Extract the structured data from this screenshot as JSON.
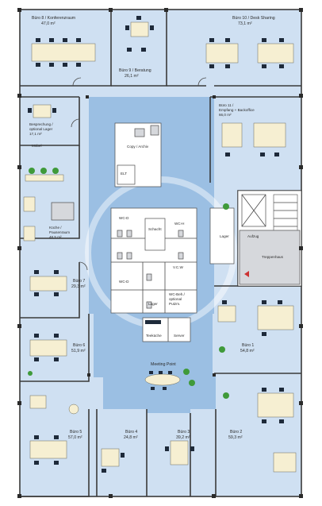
{
  "rooms": {
    "buero8": {
      "name": "Büro 8 / Konferenzraum",
      "area": "47,0 m²"
    },
    "buero9": {
      "name": "Büro 9 / Beratung",
      "area": "26,1 m²"
    },
    "buero10": {
      "name": "Büro 10 / Desk Sharing",
      "area": "73,1 m²"
    },
    "besprechung": {
      "name1": "Besprechung /",
      "name2": "optional Lager",
      "area": "17,1 m²"
    },
    "buero11": {
      "name1": "Büro 11 /",
      "name2": "Empfang + Backoffice",
      "area": "66,0 m²"
    },
    "copy": {
      "name": "Copy / Archiv"
    },
    "elt": {
      "name": "ELT"
    },
    "kueche": {
      "name1": "Küche /",
      "name2": "Pausenraum",
      "area": "48,5 m²"
    },
    "wc_d1": {
      "name": "WC-D"
    },
    "wc_h": {
      "name": "WC-H"
    },
    "schacht": {
      "name": "Schacht"
    },
    "wc_d2": {
      "name": "WC-D"
    },
    "vcw": {
      "name": "V.C.W"
    },
    "lager_core": {
      "name": "Lager"
    },
    "wc_beh": {
      "name1": "WC-Beh./",
      "name2": "optional",
      "name3": "Putzm."
    },
    "lager": {
      "name": "Lager"
    },
    "aufzug": {
      "name": "Aufzug"
    },
    "treppenhaus": {
      "name": "Treppenhaus"
    },
    "buero7": {
      "name": "Büro 7",
      "area": "29,3 m²"
    },
    "buero6": {
      "name": "Büro 6",
      "area": "51,9 m²"
    },
    "buero1": {
      "name": "Büro 1",
      "area": "54,8 m²"
    },
    "teekueche": {
      "name": "Teeküche"
    },
    "server": {
      "name": "Server"
    },
    "meeting": {
      "name": "Meeting Point"
    },
    "buero5": {
      "name": "Büro 5",
      "area": "57,0 m²"
    },
    "buero4": {
      "name": "Büro 4",
      "area": "24,8 m²"
    },
    "buero3": {
      "name": "Büro 3",
      "area": "39,2 m²"
    },
    "buero2": {
      "name": "Büro 2",
      "area": "59,3 m²"
    },
    "kleine_label": {
      "moebel": "Möbel"
    }
  },
  "colors": {
    "room_fill": "#cfe0f2",
    "core_fill": "#9bbfe3",
    "desk_fill": "#f6efd2",
    "chair_fill": "#1e2a3a",
    "plant_fill": "#3f9a3a"
  }
}
